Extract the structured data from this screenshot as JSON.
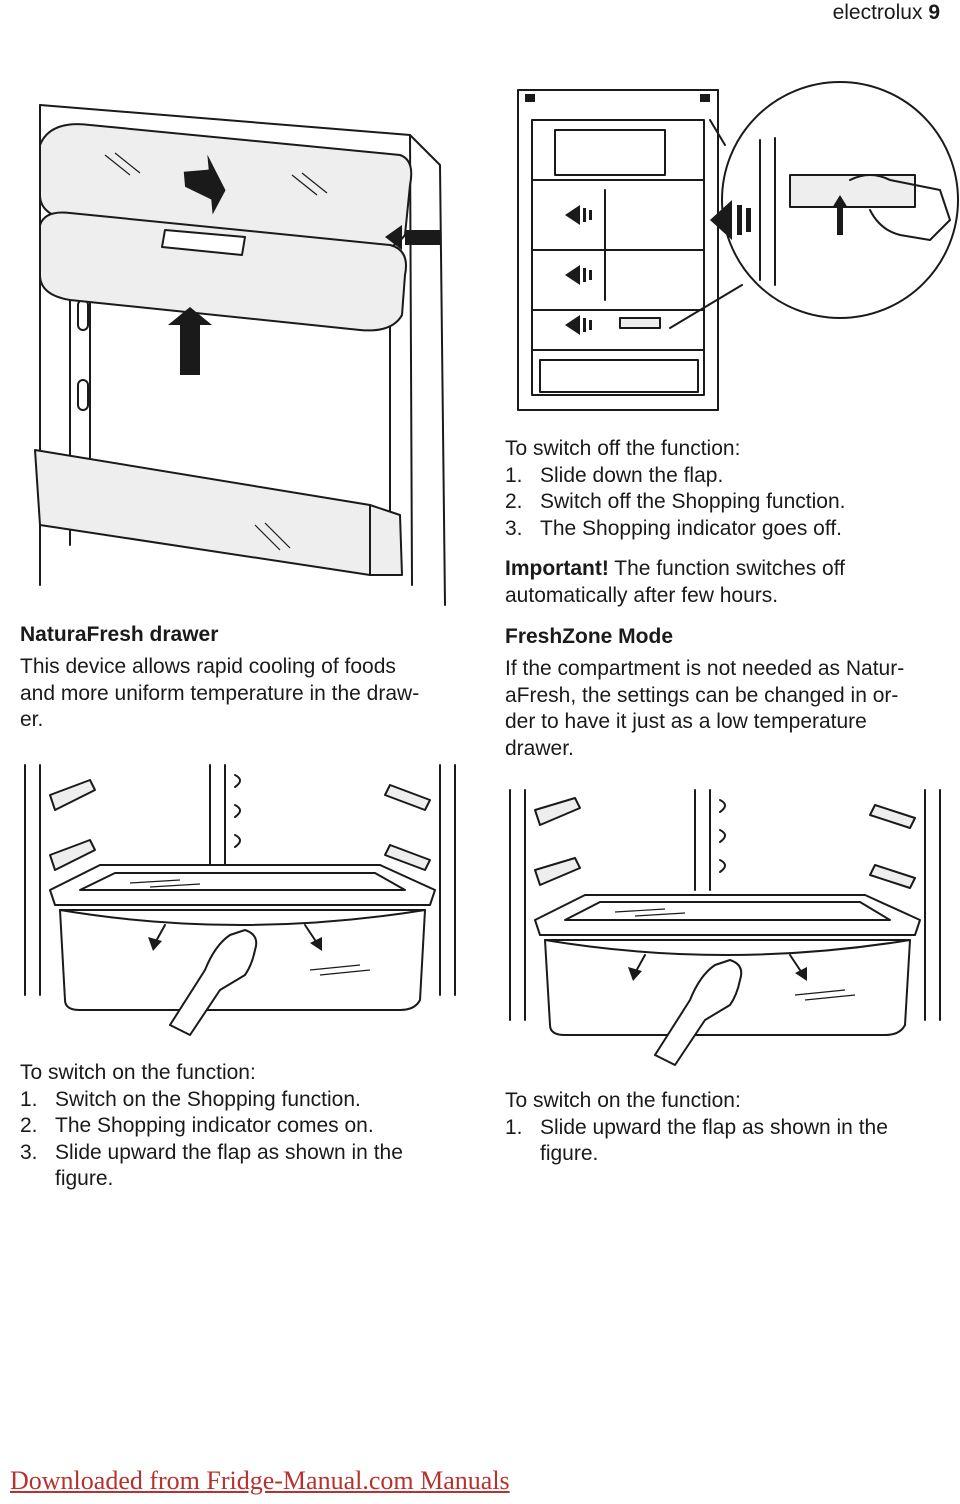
{
  "header": {
    "brand": "electrolux",
    "page_number": "9"
  },
  "naturafresh": {
    "heading": "NaturaFresh drawer",
    "body_lines": [
      "This device allows rapid cooling of foods",
      "and more uniform temperature in the draw-",
      "er."
    ]
  },
  "switch_off": {
    "intro": "To switch off the function:",
    "steps": [
      {
        "num": "1.",
        "text": "Slide down the flap."
      },
      {
        "num": "2.",
        "text": "Switch off the Shopping function."
      },
      {
        "num": "3.",
        "text": "The Shopping indicator goes off."
      }
    ]
  },
  "important": {
    "label": "Important!",
    "text_line1": " The function switches off",
    "text_line2": "automatically after few hours."
  },
  "freshzone": {
    "heading": "FreshZone Mode",
    "body_lines": [
      "If the compartment is not needed as Natur-",
      "aFresh, the settings can be changed in or-",
      "der to have it just as a low temperature",
      "drawer."
    ]
  },
  "switch_on_left": {
    "intro": "To switch on the function:",
    "steps": [
      {
        "num": "1.",
        "text": "Switch on the Shopping function."
      },
      {
        "num": "2.",
        "text": "The Shopping indicator comes on."
      },
      {
        "num": "3.",
        "text": "Slide upward the flap as shown in the",
        "text2": "figure."
      }
    ]
  },
  "switch_on_right": {
    "intro": "To switch on the function:",
    "steps": [
      {
        "num": "1.",
        "text": "Slide upward the flap as shown in the",
        "text2": "figure."
      }
    ]
  },
  "footer": {
    "link": "Downloaded from Fridge-Manual.com Manuals"
  }
}
